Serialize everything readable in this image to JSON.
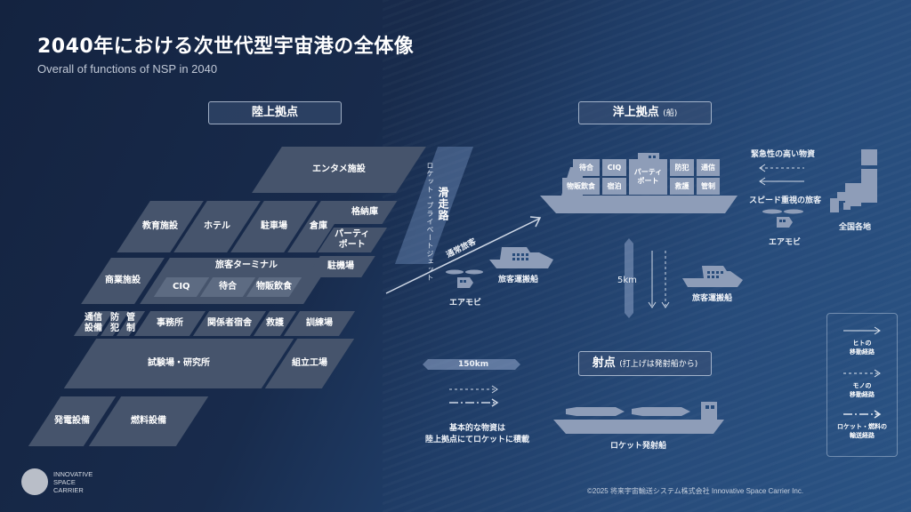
{
  "header": {
    "title": "2040年における次世代型宇宙港の全体像",
    "subtitle": "Overall of functions of NSP in 2040"
  },
  "land_base": {
    "heading": "陸上拠点",
    "facilities": {
      "entertainment": "エンタメ施設",
      "education": "教育施設",
      "hotel": "ホテル",
      "parking": "駐車場",
      "warehouse": "倉庫",
      "hangar": "格納庫",
      "partyport": "パーティ\nポート",
      "commercial": "商業施設",
      "terminal": "旅客ターミナル",
      "ciq": "CIQ",
      "waiting": "待合",
      "retail": "物販飲食",
      "apron": "駐機場",
      "comms": "通信\n設備",
      "security": "防\n犯",
      "control": "管\n制",
      "office": "事務所",
      "staff_housing": "関係者宿舎",
      "rescue": "救護",
      "training": "訓練場",
      "test_lab": "試験場・研究所",
      "assembly": "組立工場",
      "power": "発電設備",
      "fuel": "燃料設備"
    },
    "runway": {
      "label": "滑走路",
      "sub": "ロケット・プライベートジェット"
    }
  },
  "sea_base": {
    "heading": "洋上拠点",
    "heading_sub": "(船)",
    "ship_cells": {
      "waiting": "待合",
      "ciq": "CIQ",
      "partyport": "パーティ\nポート",
      "security": "防犯",
      "comms": "通信",
      "retail": "物販飲食",
      "lodging": "宿泊",
      "rescue": "救護",
      "control": "管制"
    }
  },
  "routes": {
    "regular_passengers": "通常旅客",
    "air_mobility_1": "エアモビ",
    "passenger_ship_1": "旅客運搬船",
    "urgent_goods": "緊急性の高い物資",
    "speed_passengers": "スピード重視の旅客",
    "air_mobility_2": "エアモビ",
    "nationwide": "全国各地",
    "distance_5km": "5km",
    "passenger_ship_2": "旅客運搬船",
    "distance_150km": "150km",
    "basic_goods": "基本的な物資は\n陸上拠点にてロケットに積載"
  },
  "launch_point": {
    "heading": "射点",
    "heading_sub": "(打上げは発射船から)",
    "ship_label": "ロケット発射船"
  },
  "legend": {
    "people": "ヒトの\n移動経路",
    "goods": "モノの\n移動経路",
    "rocket_fuel": "ロケット・燃料の\n輸送経路"
  },
  "footer": {
    "copyright": "©2025 将来宇宙輸送システム株式会社  Innovative Space Carrier Inc.",
    "logo_text": "INNOVATIVE\nSPACE\nCARRIER"
  },
  "colors": {
    "background_dark": "#162744",
    "sea_blue": "#274b7a",
    "tile": "#46546c",
    "tile_light": "#5d6b82",
    "icon_fill": "#8e9db8"
  }
}
